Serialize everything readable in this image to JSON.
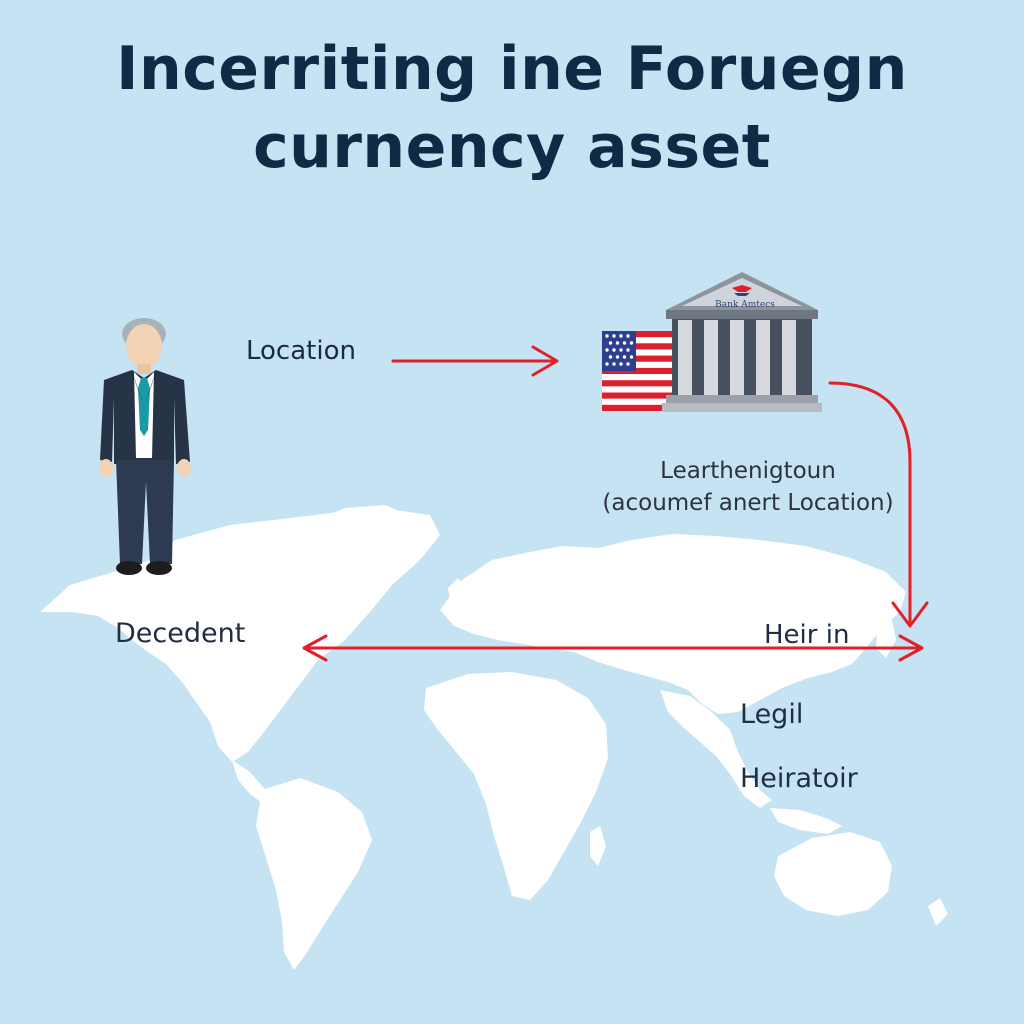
{
  "title": {
    "line1": "Incerriting ine Foruegn",
    "line2": "curnency asset"
  },
  "labels": {
    "location": "Location",
    "legal_note_line1": "Learthenigtoun",
    "legal_note_line2": "(acoumef anert Location)",
    "decedent": "Decedent",
    "heir_in": "Heir in",
    "legil": "Legil",
    "heiratoir": "Heiratoir"
  },
  "bank": {
    "sign": "Bank Amtecs"
  },
  "icons": {
    "person": "businessman-icon",
    "bank": "bank-building-icon",
    "flag": "us-flag-icon",
    "map": "world-map"
  },
  "colors": {
    "background": "#c6e3f3",
    "land": "#ffffff",
    "arrow": "#e2202a",
    "title": "#0f2a45",
    "text": "#1c2a3c"
  }
}
